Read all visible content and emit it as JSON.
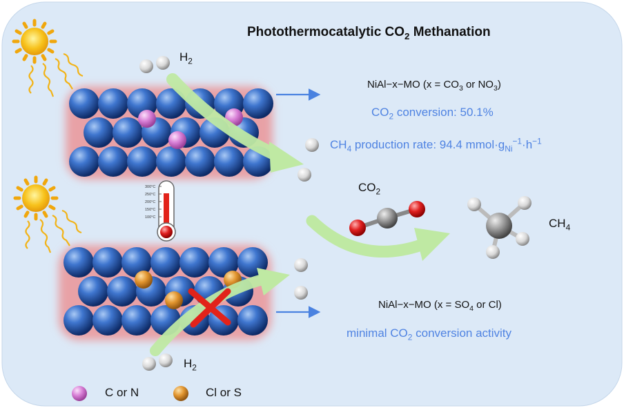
{
  "title": {
    "prefix": "Photothermocatalytic CO",
    "sub": "2",
    "suffix": " Methanation"
  },
  "top_catalyst": {
    "label": {
      "p1": "NiAl−x−MO  (x = CO",
      "s1": "3",
      "p2": " or NO",
      "s2": "3",
      "p3": ")"
    },
    "conversion": {
      "p1": "CO",
      "s1": "2",
      "p2": " conversion: 50.1%"
    },
    "rate": {
      "p1": "CH",
      "s1": "4",
      "p2": " production rate: 94.4 mmol·g",
      "s2": "Ni",
      "sup2": "−1",
      "p3": "·h",
      "sup3": "−1"
    }
  },
  "bottom_catalyst": {
    "label": {
      "p1": "NiAl−x−MO  (x = SO",
      "s1": "4",
      "p2": " or Cl)"
    },
    "activity": {
      "p1": "minimal CO",
      "s1": "2",
      "p2": " conversion activity"
    }
  },
  "molecules": {
    "h2_top": {
      "p": "H",
      "s": "2"
    },
    "h2_bottom": {
      "p": "H",
      "s": "2"
    },
    "co2": {
      "p": "CO",
      "s": "2"
    },
    "ch4": {
      "p": "CH",
      "s": "4"
    }
  },
  "thermometer_ticks": [
    "300°C",
    "250°C",
    "200°C",
    "150°C",
    "100°C"
  ],
  "legend": [
    {
      "label": "C or N",
      "color": "#d87fd6",
      "icon": "pink-sphere-icon"
    },
    {
      "label": "Cl or S",
      "color": "#e2952f",
      "icon": "orange-sphere-icon"
    }
  ],
  "colors": {
    "background": "#dce9f7",
    "accent_text": "#4f83e2",
    "arrow_green": "#bfe9a3",
    "arrow_blue": "#4a82e0",
    "blue_sphere": "#3d73c8",
    "cross_red": "#e2231a"
  }
}
